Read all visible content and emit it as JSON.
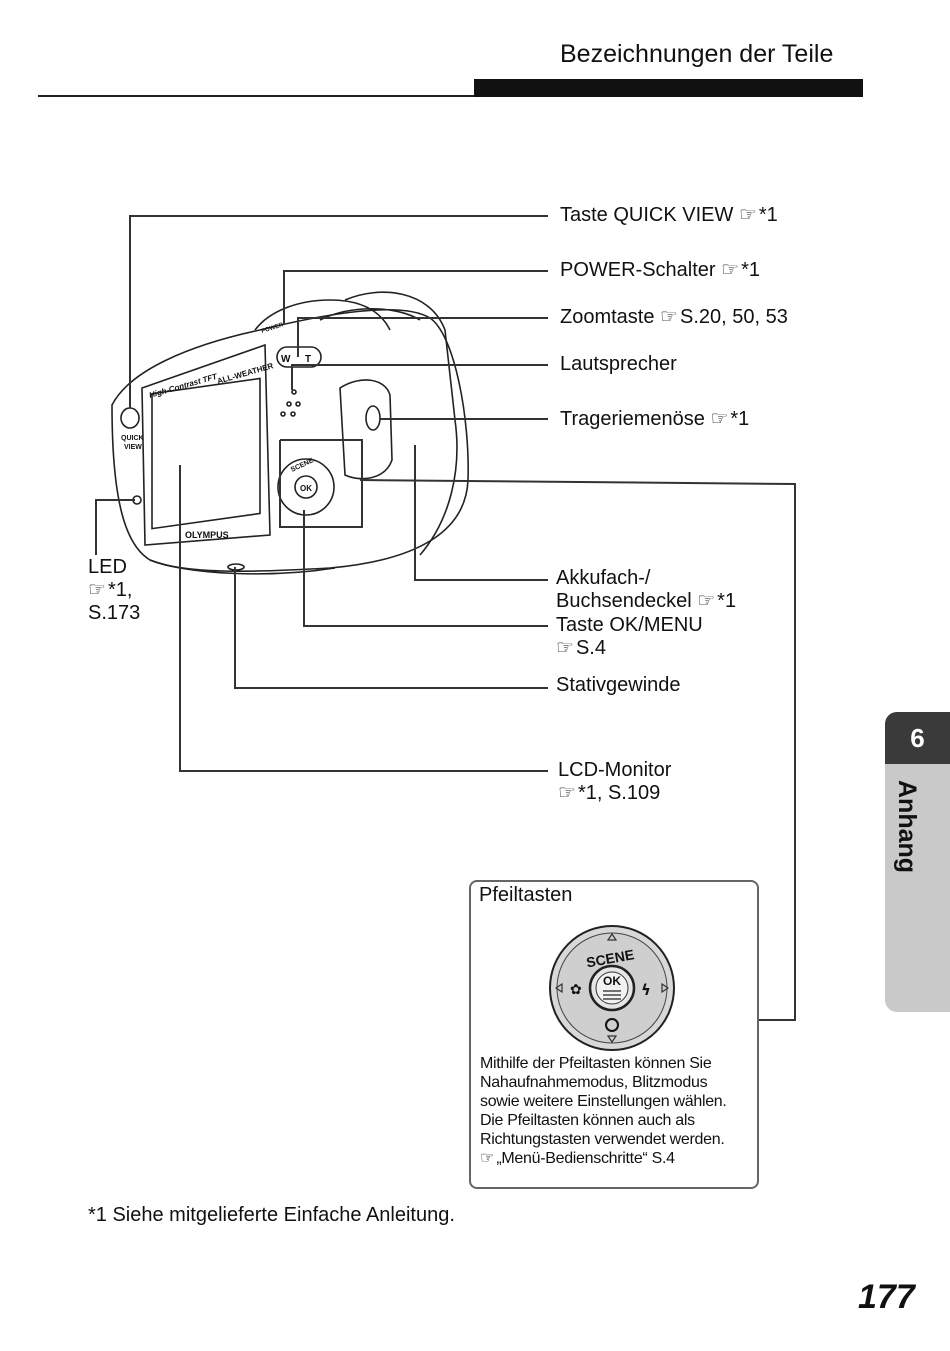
{
  "header": {
    "title": "Bezeichnungen der Teile"
  },
  "labels": {
    "quick_view": "Taste QUICK VIEW",
    "quick_view_ref": "*1",
    "power": "POWER-Schalter",
    "power_ref": "*1",
    "zoom": "Zoomtaste",
    "zoom_ref": "S.20, 50, 53",
    "speaker": "Lautsprecher",
    "strap": "Trageriemenöse",
    "strap_ref": "*1",
    "battery_line1": "Akkufach-/",
    "battery_line2": "Buchsendeckel",
    "battery_ref": "*1",
    "okmenu": "Taste OK/MENU",
    "okmenu_ref": "S.4",
    "tripod": "Stativgewinde",
    "lcd": "LCD-Monitor",
    "lcd_ref": "*1, S.109",
    "led": "LED",
    "led_ref": "*1,",
    "led_ref2": "S.173"
  },
  "camera": {
    "brand": "OLYMPUS",
    "screen_text": "High-Contrast TFT",
    "weather_text": "ALL-WEATHER",
    "quick_view_text": [
      "QUICK",
      "VIEW"
    ],
    "zoom_w": "W",
    "zoom_t": "T",
    "power_text": "POWER"
  },
  "arrow_box": {
    "title": "Pfeiltasten",
    "dial_scene": "SCENE",
    "dial_ok": "OK",
    "lines": [
      "Mithilfe der Pfeiltasten können Sie",
      "Nahaufnahmemodus, Blitzmodus",
      "sowie weitere Einstellungen wählen.",
      "Die Pfeiltasten können auch als",
      "Richtungstasten verwendet werden."
    ],
    "ref": "„Menü-Bedienschritte“ S.4"
  },
  "footnote": "*1 Siehe mitgelieferte Einfache Anleitung.",
  "side_tab": {
    "number": "6",
    "label": "Anhang"
  },
  "page_number": "177",
  "icons": {
    "reference": "hand-pointer-icon"
  }
}
